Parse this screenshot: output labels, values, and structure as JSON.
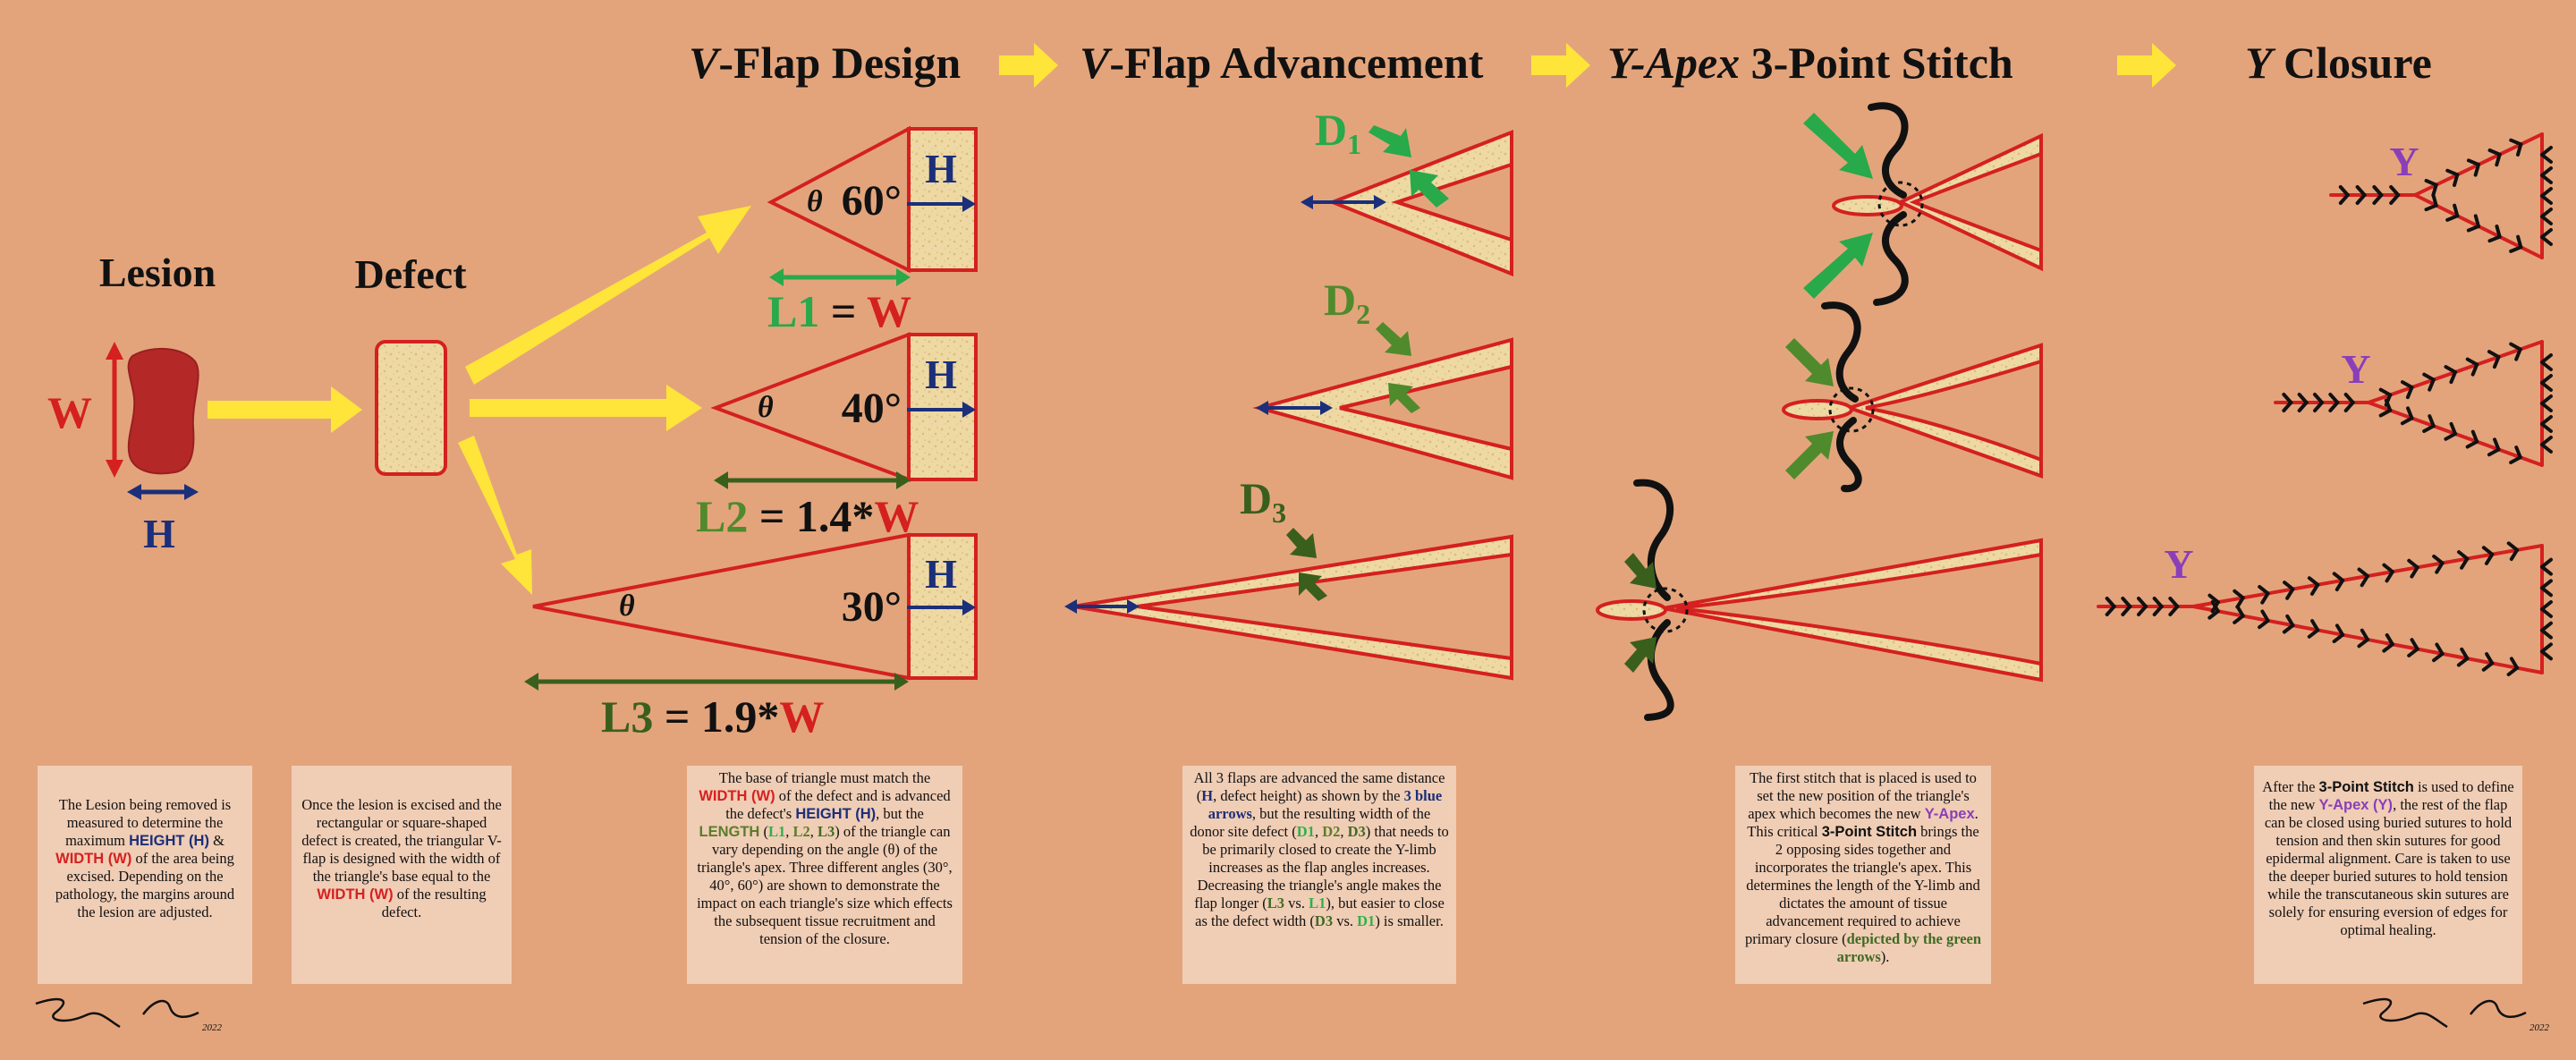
{
  "colors": {
    "background": "#e3a47c",
    "red": "#d42020",
    "lesion": "#b52828",
    "yellow_arrow": "#ffe43a",
    "navy": "#1b2f7a",
    "bright_green": "#28a94a",
    "mid_green": "#4f8a2c",
    "dark_green": "#3a5f1d",
    "purple": "#8a3fb8",
    "beige": "#eed9a4",
    "caption_bg": "#f0cdb5"
  },
  "headers": {
    "lesion": "Lesion",
    "defect": "Defect",
    "design_v": "V",
    "design_rest": "-Flap Design",
    "advancement_v": "V",
    "advancement_rest": "-Flap Advancement",
    "stitch_italic": "Y-Apex",
    "stitch_rest": " 3-Point Stitch",
    "closure_y": "Y",
    "closure_rest": " Closure"
  },
  "lesion_labels": {
    "width": "W",
    "height": "H"
  },
  "flaps": [
    {
      "angle": "60°",
      "theta": "θ",
      "h": "H",
      "length_name": "L1",
      "length_eq": " = ",
      "length_factor": "",
      "length_w": "W",
      "d_label": "D",
      "d_sub": "1"
    },
    {
      "angle": "40°",
      "theta": "θ",
      "h": "H",
      "length_name": "L2",
      "length_eq": " = ",
      "length_factor": "1.4*",
      "length_w": "W",
      "d_label": "D",
      "d_sub": "2"
    },
    {
      "angle": "30°",
      "theta": "θ",
      "h": "H",
      "length_name": "L3",
      "length_eq": " = ",
      "length_factor": "1.9*",
      "length_w": "W",
      "d_label": "D",
      "d_sub": "3"
    }
  ],
  "closure_label": "Y",
  "captions": {
    "lesion": [
      "The Lesion being removed is measured to determine the maximum ",
      "HEIGHT (H)",
      " & ",
      "WIDTH (W)",
      " of the area being excised. Depending on the pathology, the margins around the lesion are adjusted."
    ],
    "defect": [
      "Once the lesion is excised and the rectangular or square-shaped defect is created, the triangular V-flap is designed with the width of the triangle's base equal to the ",
      "WIDTH (W)",
      " of the resulting defect."
    ],
    "design": [
      "The base of triangle must match the ",
      "WIDTH (W)",
      " of the defect and is advanced the defect's ",
      "HEIGHT (H)",
      ", but the ",
      "LENGTH",
      " (",
      "L1",
      ", ",
      "L2",
      ", ",
      "L3",
      ") of the triangle can vary depending on the angle (θ) of the triangle's apex. Three different angles (30°, 40°, 60°) are shown to demonstrate the impact on each triangle's size which effects the subsequent tissue recruitment and tension of the closure."
    ],
    "advancement": [
      "All 3 flaps are advanced the same distance (",
      "H",
      ", defect height) as shown by the ",
      "3 blue arrows",
      ", but the resulting width of the donor site defect (",
      "D1",
      ", ",
      "D2",
      ", ",
      "D3",
      ") that needs to be primarily closed to create the Y-limb increases as the flap angles increases. Decreasing the triangle's angle makes the flap longer (",
      "L3",
      " vs. ",
      "L1",
      "), but easier to close as the defect width (",
      "D3",
      " vs. ",
      "D1",
      ") is smaller."
    ],
    "stitch": [
      "The first stitch that is placed is used to set the new position of the triangle's apex which becomes the new ",
      "Y-Apex",
      ". This critical ",
      "3-Point Stitch",
      " brings the 2 opposing sides together and incorporates the triangle's apex. This determines the length of the Y-limb and dictates the amount of tissue advancement required to achieve primary closure (",
      "depicted by the green arrows",
      ")."
    ],
    "closure": [
      "After the ",
      "3-Point Stitch",
      " is used to define the new ",
      "Y-Apex (Y)",
      ", the rest of the flap can be closed using buried sutures to hold tension and then skin sutures for good epidermal alignment. Care is taken to use the deeper buried sutures to hold tension while the transcutaneous skin sutures are solely for ensuring eversion of edges for optimal healing."
    ]
  },
  "signature_year": "2022"
}
